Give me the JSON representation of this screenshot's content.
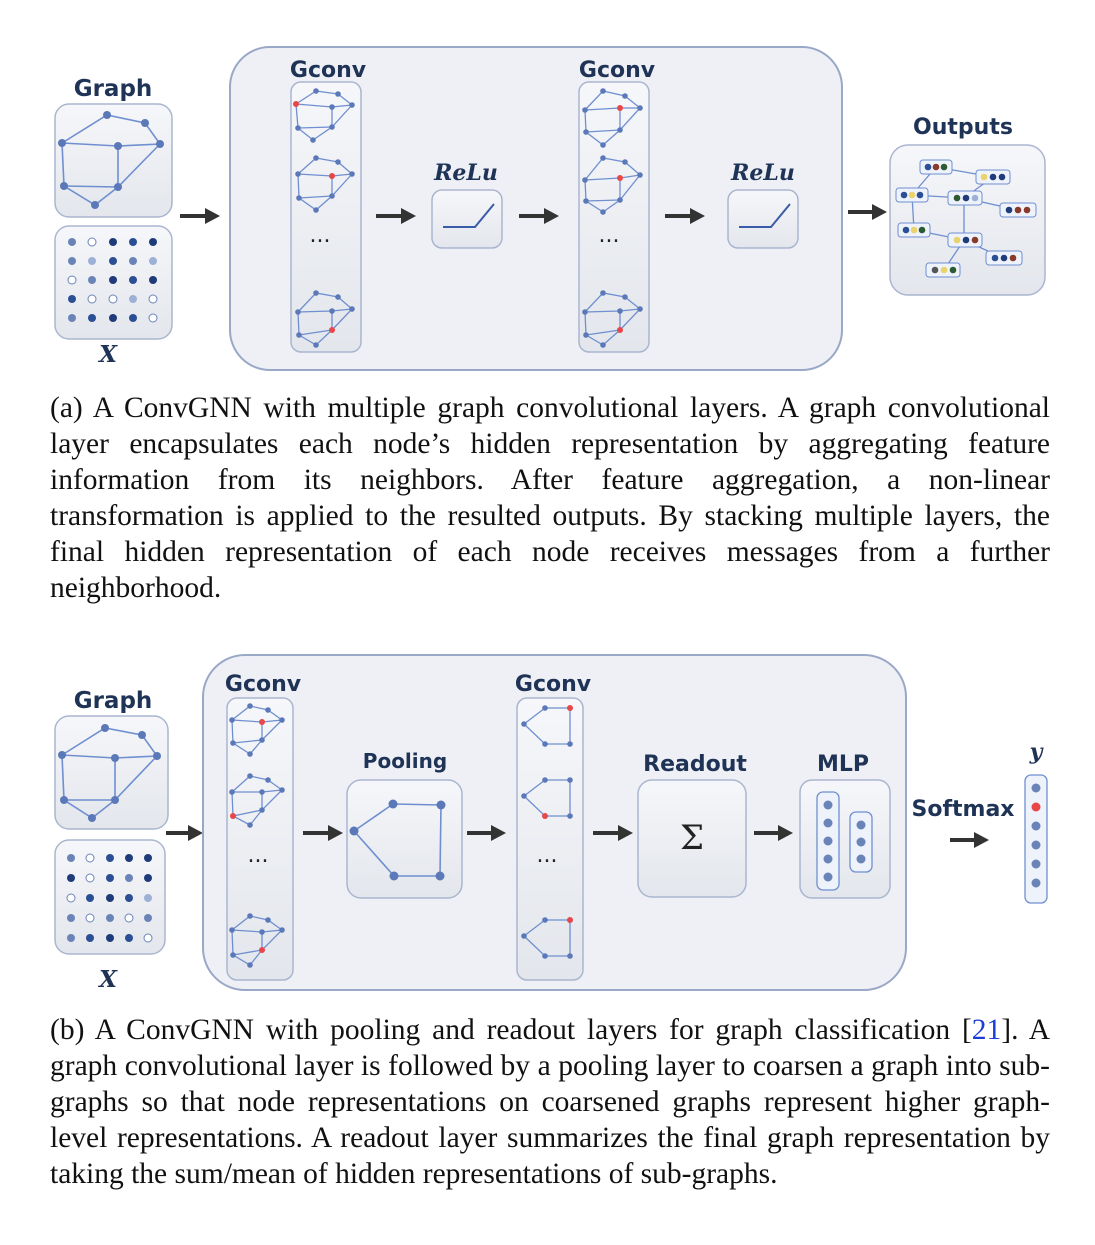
{
  "figure_a": {
    "graph_label": "Graph",
    "x_label": "X",
    "gconv_labels": [
      "Gconv",
      "Gconv"
    ],
    "ellipsis": "...",
    "relu_labels": [
      "ReLu",
      "ReLu"
    ],
    "outputs_label": "Outputs",
    "caption": "(a) A ConvGNN with multiple graph convolutional layers. A graph convolutional layer encapsulates each node’s hidden representation by aggregating feature information from its neighbors. After feature aggregation, a non-linear transformation is applied to the resulted outputs. By stacking multiple layers, the final hidden representation of each node receives messages from a further neighborhood."
  },
  "figure_b": {
    "graph_label": "Graph",
    "x_label": "X",
    "gconv_labels": [
      "Gconv",
      "Gconv"
    ],
    "ellipsis": "...",
    "pooling_label": "Pooling",
    "readout_label": "Readout",
    "readout_symbol": "Σ",
    "mlp_label": "MLP",
    "softmax_label": "Softmax",
    "y_label": "y",
    "caption_prefix": "(b) A ConvGNN with pooling and readout layers for graph classification [",
    "caption_ref": "21",
    "caption_suffix": "]. A graph convolutional layer is followed by a pooling layer to coarsen a graph into sub-graphs so that node representations on coarsened graphs represent higher graph-level representations. A readout layer summarizes the final graph representation by taking the sum/mean of hidden representations of sub-graphs."
  },
  "colors": {
    "panel_fill": "#eef0f5",
    "panel_stroke": "#9aa8c8",
    "edge": "#6f8fd0",
    "node": "#5b79b8",
    "highlight_node": "#e8474a",
    "dark_node": "#1f3b7a",
    "label": "#1f3356",
    "link": "#1a3fd6"
  }
}
